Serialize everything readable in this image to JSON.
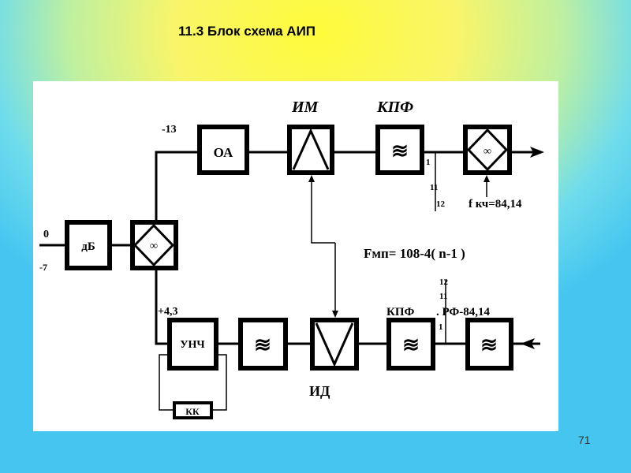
{
  "slide": {
    "title": "11.3 Блок схема АИП",
    "page_number": "71"
  },
  "diagram": {
    "blocks": {
      "oa": "ОА",
      "db": "дБ",
      "unch": "УНЧ",
      "kk": "КК"
    },
    "labels": {
      "im": "ИМ",
      "kpf_top": "КПФ",
      "kpf_bottom": "КПФ",
      "id": "ИД",
      "level_minus13": "-13",
      "level_0": "0",
      "level_minus7": "-7",
      "level_plus43": "+4,3",
      "fmp": "Fмп= 108-4( n-1 )",
      "fkch": "f кч=84,14",
      "rf": ". РФ-84,14",
      "tap_top_1": "1",
      "tap_top_11": "11",
      "tap_top_12": "12",
      "tap_bot_1": "1",
      "tap_bot_12": "12",
      "tap_bot_11": "11"
    }
  }
}
